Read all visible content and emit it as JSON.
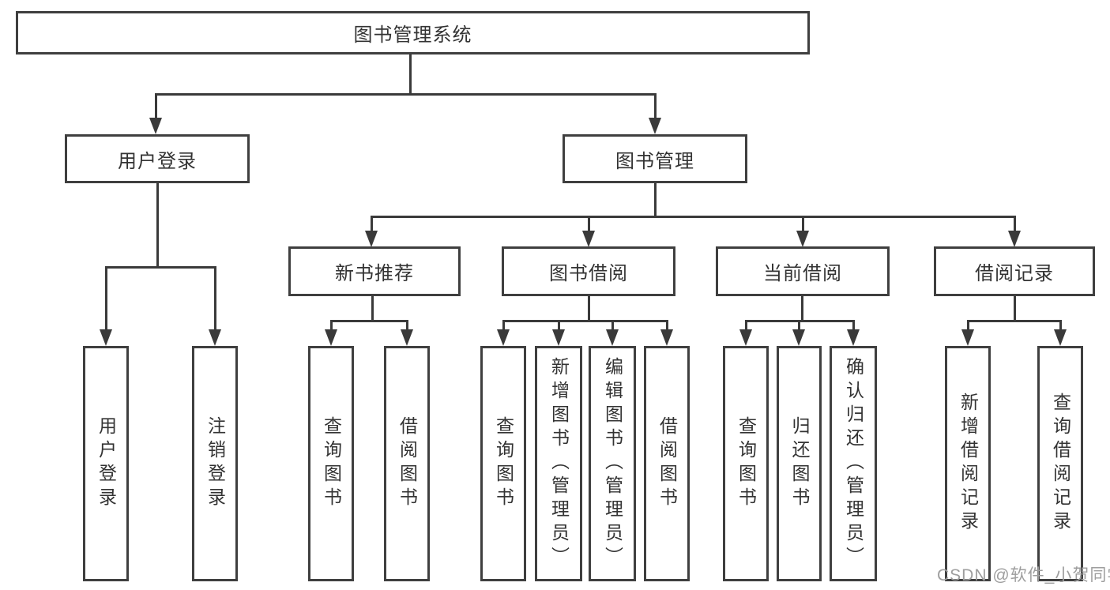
{
  "diagram": {
    "root": {
      "label": "图书管理系统"
    },
    "user_login": {
      "label": "用户登录",
      "children": [
        {
          "label": "用户登录"
        },
        {
          "label": "注销登录"
        }
      ]
    },
    "book_mgmt": {
      "label": "图书管理",
      "children": [
        {
          "label": "新书推荐",
          "children": [
            {
              "label": "查询图书"
            },
            {
              "label": "借阅图书"
            }
          ]
        },
        {
          "label": "图书借阅",
          "children": [
            {
              "label": "查询图书"
            },
            {
              "label": "新增图书（管理员）"
            },
            {
              "label": "编辑图书（管理员）"
            },
            {
              "label": "借阅图书"
            }
          ]
        },
        {
          "label": "当前借阅",
          "children": [
            {
              "label": "查询图书"
            },
            {
              "label": "归还图书"
            },
            {
              "label": "确认归还（管理员）"
            }
          ]
        },
        {
          "label": "借阅记录",
          "children": [
            {
              "label": "新增借阅记录"
            },
            {
              "label": "查询借阅记录"
            }
          ]
        }
      ]
    },
    "watermark": "CSDN @软件_小贺同学"
  },
  "colors": {
    "line": "#3a3a3a",
    "border": "#3f3f3f",
    "text": "#333333",
    "watermark": "#9e9e9e",
    "background": "#ffffff"
  }
}
